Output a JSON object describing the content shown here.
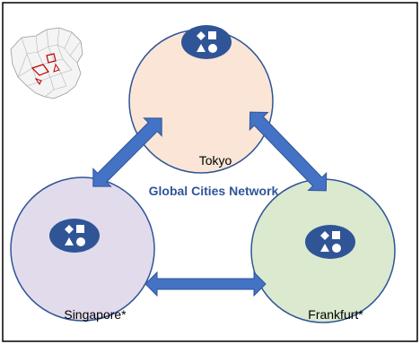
{
  "diagram": {
    "title": "Global Cities Network",
    "nodes": [
      {
        "id": "tokyo",
        "label": "Tokyo",
        "fill": "#fbe5d6",
        "stroke": "#2f5597",
        "symbols": [
          "diamond",
          "square",
          "triangle",
          "circle"
        ]
      },
      {
        "id": "singapore",
        "label": "Singapore*",
        "fill": "#e2dbeb",
        "stroke": "#2f5597",
        "symbols": [
          "diamond",
          "square",
          "triangle",
          "circle"
        ]
      },
      {
        "id": "frankfurt",
        "label": "Frankfurt*",
        "fill": "#dbe9cf",
        "stroke": "#2f5597",
        "symbols": [
          "diamond",
          "square",
          "triangle",
          "circle"
        ]
      }
    ],
    "links": [
      {
        "from": "tokyo",
        "to": "singapore",
        "style": "double-arrow"
      },
      {
        "from": "tokyo",
        "to": "frankfurt",
        "style": "double-arrow"
      },
      {
        "from": "singapore",
        "to": "frankfurt",
        "style": "double-arrow"
      }
    ],
    "colors": {
      "arrow": "#4472c4",
      "arrow_stroke": "#2f5597",
      "badge": "#2f5597",
      "title": "#2f5597",
      "map_highlight": "#c00000",
      "border": "#000000"
    },
    "map_thumbnail": {
      "icon": "tokyo-wards-map",
      "highlight": "red"
    }
  }
}
